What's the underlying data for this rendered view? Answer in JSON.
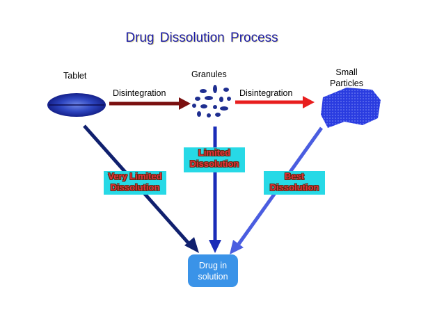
{
  "title": "Drug  Dissolution  Process",
  "stages": {
    "tablet": "Tablet",
    "granules": "Granules",
    "small_particles_line1": "Small",
    "small_particles_line2": "Particles"
  },
  "steps": {
    "step1": "Disintegration",
    "step2": "Disintegration"
  },
  "dissolution": {
    "very_limited_line1": "Very Limited",
    "very_limited_line2": "Dissolution",
    "limited_line1": "Limited",
    "limited_line2": "Dissolution",
    "best_line1": "Best",
    "best_line2": "Dissolution"
  },
  "result": {
    "line1": "Drug in",
    "line2": "solution"
  },
  "colors": {
    "tablet": "#1a2fa0",
    "particles": "#2a3ce0",
    "box_fill": "#27d9e6",
    "box_text": "#e8313a",
    "result_fill": "#3a93e8"
  }
}
